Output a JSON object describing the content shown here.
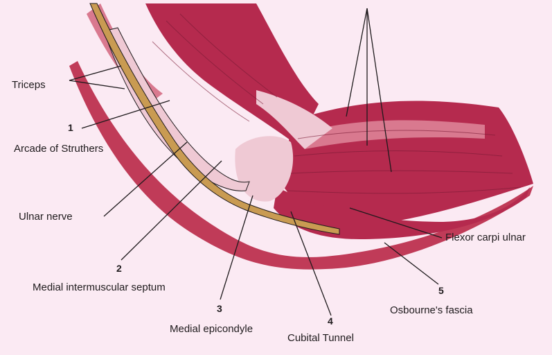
{
  "figure": {
    "colors": {
      "background": "#fbeaf3",
      "muscle": "#b52a4e",
      "muscle_light": "#d9798f",
      "tendon": "#efc9d4",
      "nerve": "#c99b52",
      "skin": "#c03b58",
      "line": "#1e1a1c"
    }
  },
  "labels": {
    "triceps": "Triceps",
    "num1": "1",
    "arcade": "Arcade of Struthers",
    "ulnar_nerve": "Ulnar nerve",
    "num2": "2",
    "septum": "Medial intermuscular septum",
    "num3": "3",
    "epicondyle": "Medial epicondyle",
    "num4": "4",
    "cubital": "Cubital Tunnel",
    "num5": "5",
    "osbourne": "Osbourne's fascia",
    "flexor": "Flexor carpi ulnar"
  }
}
